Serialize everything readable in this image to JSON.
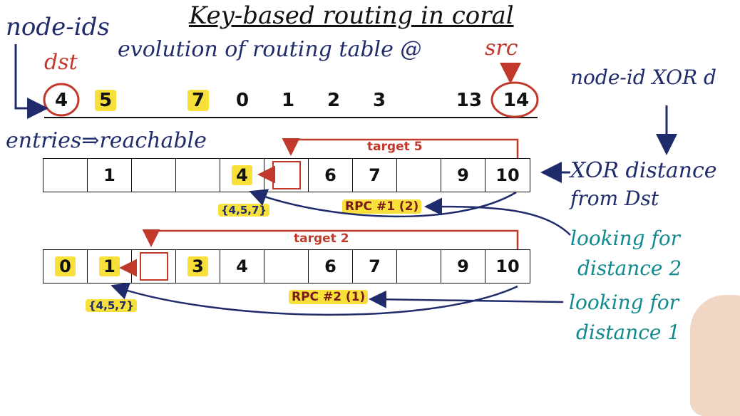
{
  "title": "Key-based routing in coral",
  "labels": {
    "node_ids": "node-ids",
    "dst": "dst",
    "evolution": "evolution of routing table @",
    "src": "src",
    "entries_reachable": "entries⇒reachable",
    "node_id_xor": "node-id XOR d",
    "xor_distance": "XOR distance",
    "from_dst": "from Dst",
    "looking_for_2a": "looking for",
    "looking_for_2b": "distance 2",
    "looking_for_1a": "looking for",
    "looking_for_1b": "distance 1"
  },
  "node_ids": [
    "4",
    "5",
    "7",
    "0",
    "1",
    "2",
    "3",
    "13",
    "14"
  ],
  "table1": {
    "target": "target 5",
    "cells": [
      "",
      "1",
      "",
      "",
      "4",
      "",
      "6",
      "7",
      "",
      "9",
      "10"
    ],
    "set_label": "{4,5,7}",
    "rpc": "RPC #1 (2)"
  },
  "table2": {
    "target": "target 2",
    "cells": [
      "0",
      "1",
      "",
      "3",
      "4",
      "",
      "6",
      "7",
      "",
      "9",
      "10"
    ],
    "set_label": "{4,5,7}",
    "rpc": "RPC #2 (1)"
  },
  "colors": {
    "ink_blue": "#1f2b6b",
    "ink_red": "#c0392b",
    "ink_teal": "#0f8a8f",
    "highlight": "#f7e03a"
  }
}
